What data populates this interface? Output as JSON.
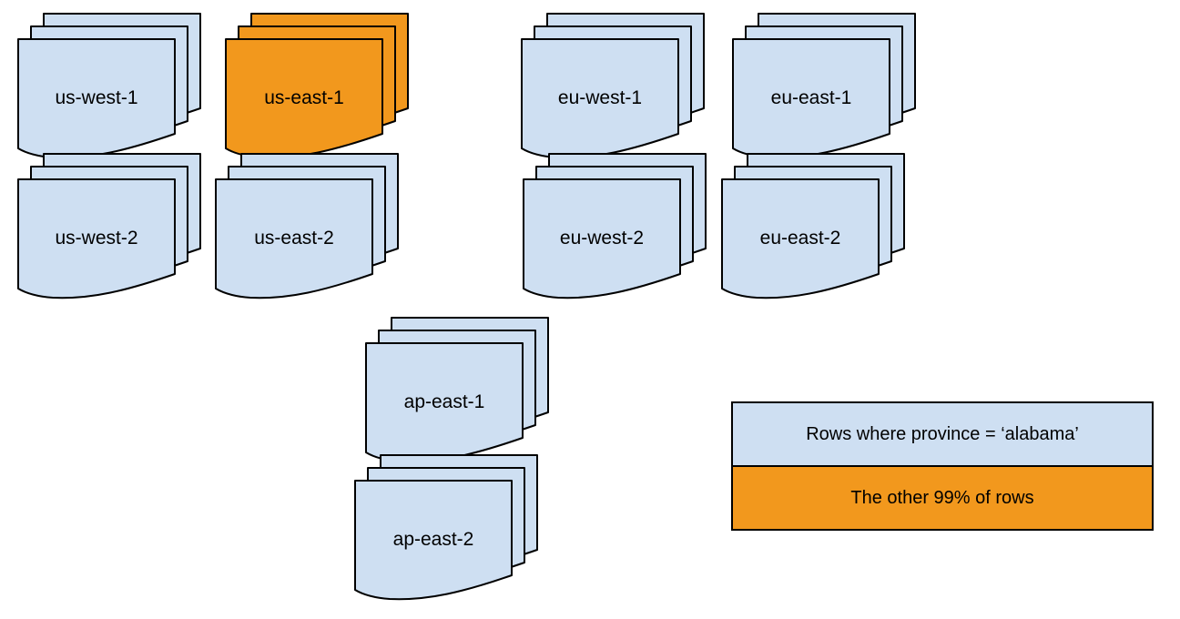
{
  "diagram": {
    "stacks": [
      {
        "id": "us-west-1",
        "label": "us-west-1",
        "color": "#CEDFF2"
      },
      {
        "id": "us-east-1",
        "label": "us-east-1",
        "color": "#F2981D"
      },
      {
        "id": "eu-west-1",
        "label": "eu-west-1",
        "color": "#CEDFF2"
      },
      {
        "id": "eu-east-1",
        "label": "eu-east-1",
        "color": "#CEDFF2"
      },
      {
        "id": "us-west-2",
        "label": "us-west-2",
        "color": "#CEDFF2"
      },
      {
        "id": "us-east-2",
        "label": "us-east-2",
        "color": "#CEDFF2"
      },
      {
        "id": "eu-west-2",
        "label": "eu-west-2",
        "color": "#CEDFF2"
      },
      {
        "id": "eu-east-2",
        "label": "eu-east-2",
        "color": "#CEDFF2"
      },
      {
        "id": "ap-east-1",
        "label": "ap-east-1",
        "color": "#CEDFF2"
      },
      {
        "id": "ap-east-2",
        "label": "ap-east-2",
        "color": "#CEDFF2"
      }
    ],
    "legend": {
      "items": [
        {
          "label": "Rows where province = ‘alabama’",
          "color": "#CEDFF2"
        },
        {
          "label": "The other 99% of rows",
          "color": "#F2981D"
        }
      ]
    },
    "colors": {
      "default_fill": "#CEDFF2",
      "highlight_fill": "#F2981D",
      "stroke": "#000000"
    }
  }
}
